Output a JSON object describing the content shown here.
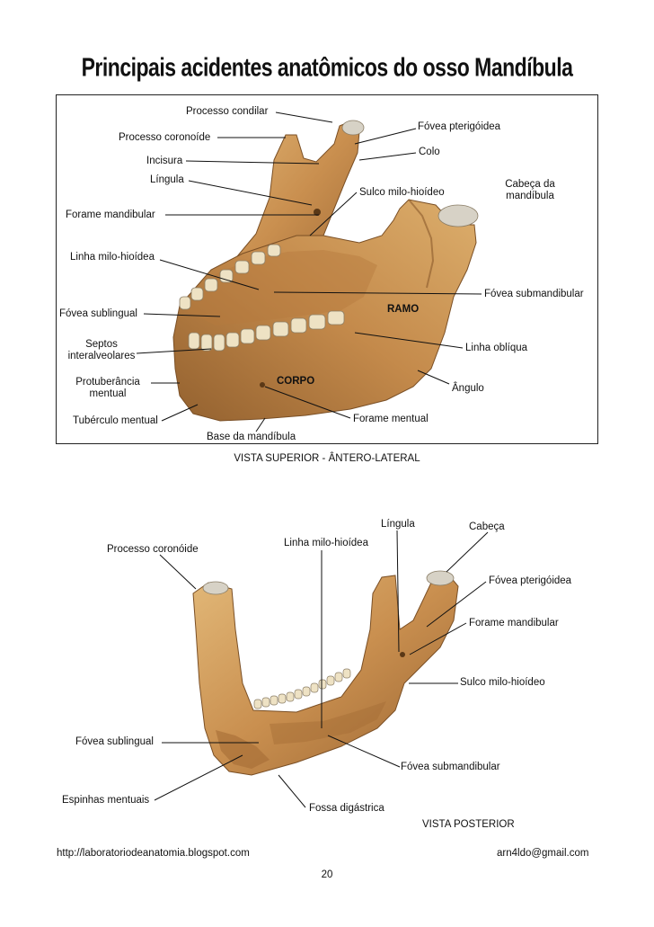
{
  "title": "Principais acidentes anatômicos do osso Mandíbula",
  "view1": {
    "caption": "VISTA SUPERIOR - ÂNTERO-LATERAL",
    "labels": {
      "processo_condilar": "Processo condilar",
      "fovea_pterigoidea": "Fóvea pterigóidea",
      "processo_coronoide": "Processo coronoíde",
      "colo": "Colo",
      "incisura": "Incisura",
      "lingula": "Língula",
      "cabeca_da_mandibula_1": "Cabeça da",
      "cabeca_da_mandibula_2": "mandíbula",
      "sulco_milo_hioideo": "Sulco milo-hioídeo",
      "forame_mandibular": "Forame mandibular",
      "linha_milo_hioidea": "Linha milo-hioídea",
      "fovea_submandibular": "Fóvea submandibular",
      "ramo": "RAMO",
      "fovea_sublingual": "Fóvea sublingual",
      "septos_1": "Septos",
      "septos_2": "interalveolares",
      "linha_obliqua": "Linha oblíqua",
      "protuberancia_1": "Protuberância",
      "protuberancia_2": "mentual",
      "corpo": "CORPO",
      "angulo": "Ângulo",
      "tuberculo_mentual": "Tubérculo mentual",
      "forame_mentual": "Forame mentual",
      "base_da_mandibula": "Base da mandíbula"
    }
  },
  "view2": {
    "caption": "VISTA POSTERIOR",
    "labels": {
      "lingula": "Língula",
      "cabeca": "Cabeça",
      "processo_coronoide": "Processo coronóide",
      "linha_milo_hioidea": "Linha milo-hioídea",
      "fovea_pterigoidea": "Fóvea pterigóidea",
      "forame_mandibular": "Forame mandibular",
      "sulco_milo_hioideo": "Sulco milo-hioídeo",
      "fovea_sublingual": "Fóvea sublingual",
      "fovea_submandibular": "Fóvea submandibular",
      "espinhas_mentuais": "Espinhas mentuais",
      "fossa_digastrica": "Fossa digástrica"
    }
  },
  "footer": {
    "url": "http://laboratoriodeanatomia.blogspot.com",
    "email": "arn4ldo@gmail.com",
    "page_number": "20"
  },
  "colors": {
    "bone": "#c98f4f",
    "bone_light": "#e2b878",
    "bone_dark": "#8a5a2b",
    "cartilage": "#d7d2c6",
    "tooth": "#eee2c4"
  }
}
